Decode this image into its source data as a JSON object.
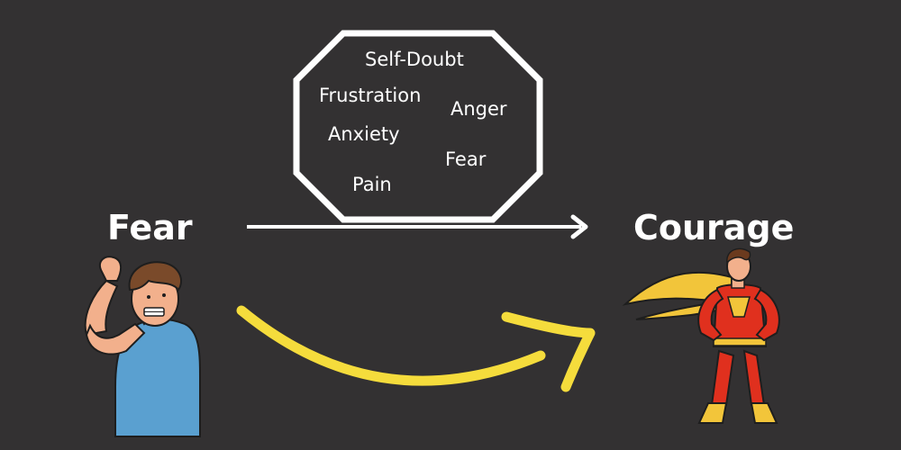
{
  "labels": {
    "start": "Fear",
    "end": "Courage"
  },
  "obstacle": {
    "emotions": [
      "Self-Doubt",
      "Frustration",
      "Anger",
      "Anxiety",
      "Fear",
      "Pain"
    ]
  },
  "colors": {
    "background": "#333132",
    "text": "#ffffff",
    "arrow_straight": "#ffffff",
    "arrow_curved": "#f5dc3c",
    "shirt": "#5aa0d0",
    "skin": "#f2b08c",
    "hero_suit": "#e0301e",
    "hero_cape": "#f2c53a"
  },
  "icons": {
    "start_figure": "scared-man-icon",
    "end_figure": "superhero-icon"
  }
}
